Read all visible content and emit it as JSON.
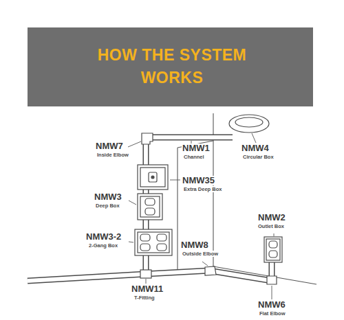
{
  "diagram": {
    "title": "HOW THE SYSTEM WORKS",
    "labels": [
      "NMW7",
      "Inside Elbow",
      "NMW1",
      "Channel",
      "NMW4",
      "Circular Box",
      "NMW35",
      "Extra Deep Box",
      "NMW3",
      "Deep Box",
      "NMW2",
      "Outlet Box",
      "NMW3-2",
      "2-Gang Box",
      "NMW8",
      "Outside Elbow",
      "NMW11",
      "T-Fitting",
      "NMW6",
      "Flat Elbow"
    ]
  }
}
